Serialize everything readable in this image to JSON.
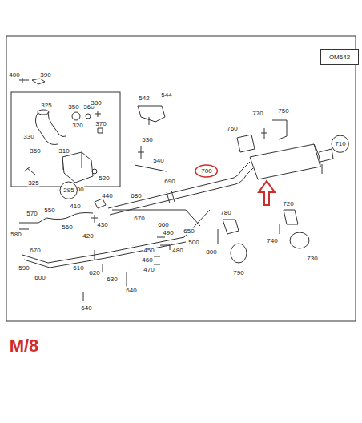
{
  "diagram": {
    "nodes": [
      {
        "text": [
          "OM642"
        ]
      },
      {
        "text": [
          "295"
        ]
      },
      {
        "text": [
          "700"
        ]
      },
      {
        "text": [
          "710"
        ]
      }
    ],
    "labels": [
      "400",
      "390",
      "325",
      "350",
      "360",
      "380",
      "320",
      "370",
      "330",
      "350",
      "310",
      "300",
      "325",
      "520",
      "542",
      "544",
      "530",
      "540",
      "770",
      "750",
      "760",
      "720",
      "740",
      "730",
      "780",
      "800",
      "790",
      "680",
      "690",
      "440",
      "410",
      "430",
      "420",
      "570",
      "550",
      "580",
      "560",
      "670",
      "660",
      "650",
      "490",
      "480",
      "450",
      "460",
      "470",
      "500",
      "610",
      "670",
      "590",
      "600",
      "620",
      "630",
      "640",
      "640",
      "M/8"
    ]
  }
}
